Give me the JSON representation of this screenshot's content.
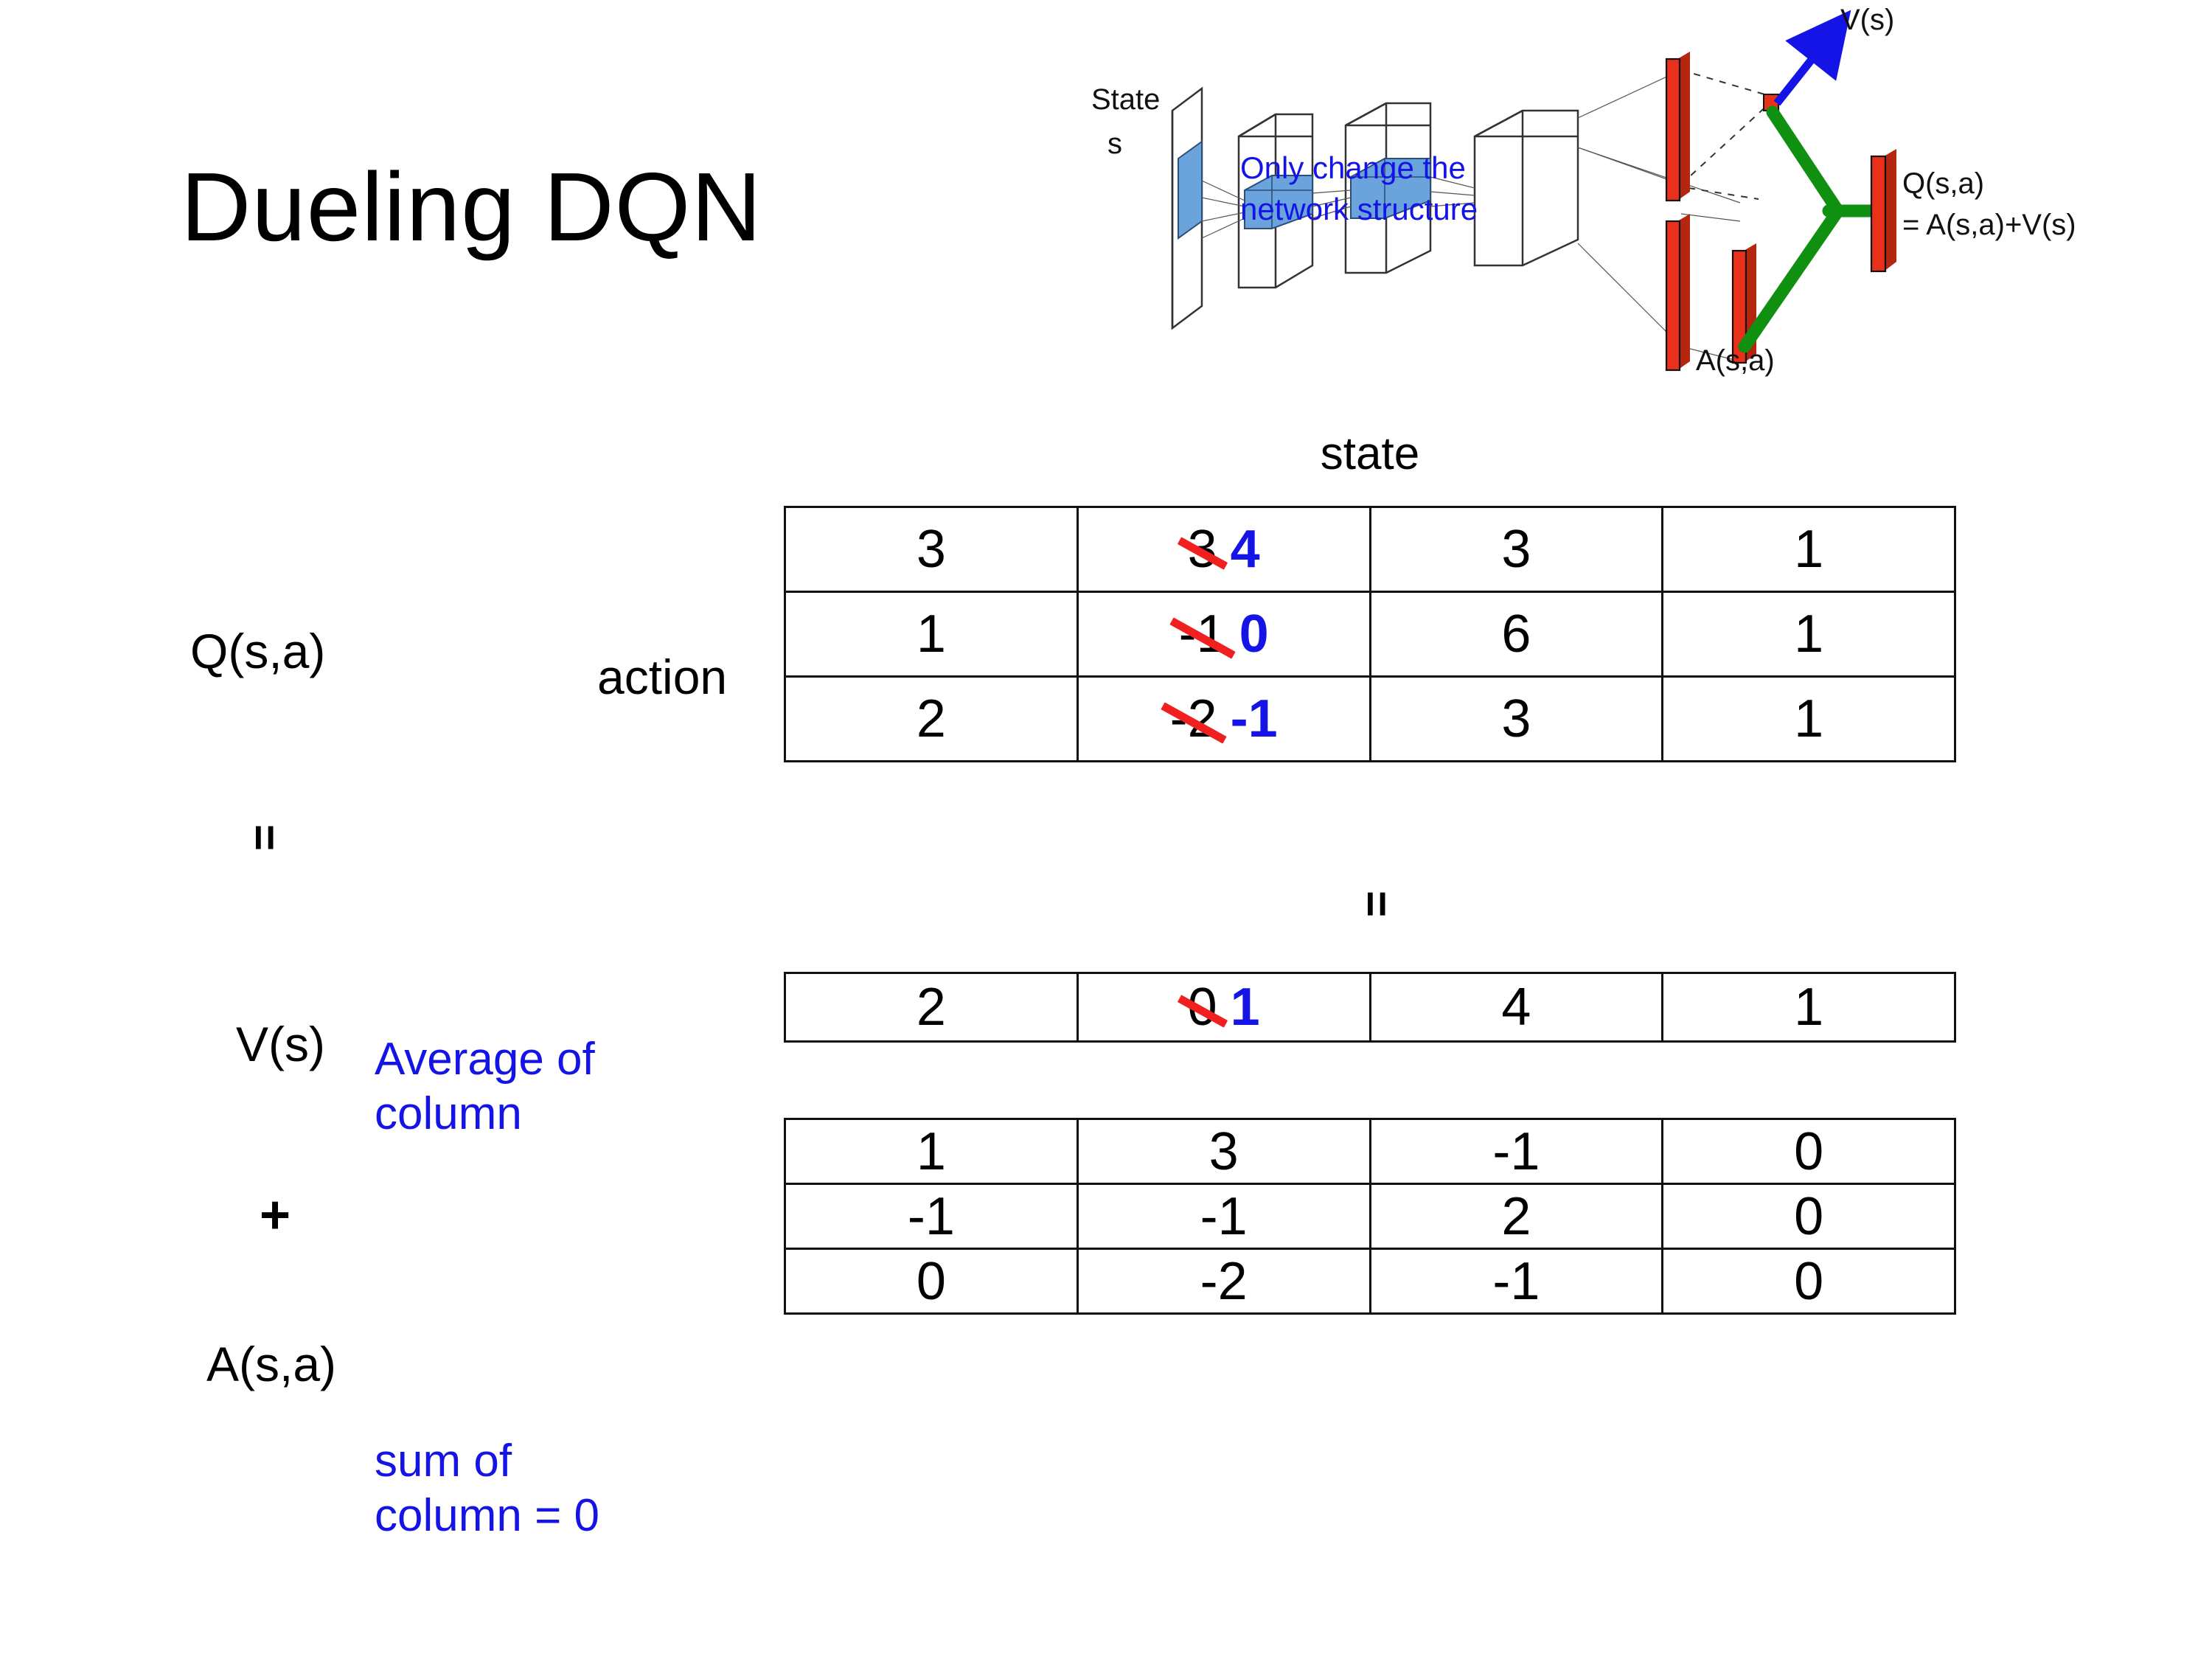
{
  "slide": {
    "title": "Dueling DQN"
  },
  "diagram": {
    "state_label_line1": "State",
    "state_label_line2": "s",
    "note_line1": "Only change the",
    "note_line2": "network structure",
    "v_label": "V(s)",
    "a_label": "A(s,a)",
    "q_label_line1": "Q(s,a)",
    "q_label_line2": "= A(s,a)+V(s)",
    "colors": {
      "note_blue": "#1414e6",
      "arrow_blue": "#1414e6",
      "bar_red": "#e8301a",
      "merge_green": "#109010",
      "input_blue": "#5b9bd5"
    }
  },
  "labels": {
    "q_label": "Q(s,a)",
    "v_label": "V(s)",
    "a_label": "A(s,a)",
    "action_label": "action",
    "state_label": "state",
    "equals_left": "=",
    "equals_middle": "=",
    "plus_left": "+",
    "plus_middle": "+"
  },
  "notes": {
    "average_of_column": "Average of\ncolumn",
    "sum_of_column": "sum of\ncolumn = 0",
    "color": "#1414e6"
  },
  "chart_data": {
    "type": "table",
    "title": "Dueling DQN  Q(s,a) = V(s) + A(s,a)",
    "row_axis": "action",
    "column_axis": "state",
    "edit_colors": {
      "strikethrough": "#f02020",
      "replacement": "#1414e6"
    },
    "tables": [
      {
        "name": "Q(s,a)",
        "rows": [
          [
            {
              "value": "3"
            },
            {
              "value": "3",
              "struck": true,
              "new_value": "4"
            },
            {
              "value": "3"
            },
            {
              "value": "1"
            }
          ],
          [
            {
              "value": "1"
            },
            {
              "value": "-1",
              "struck": true,
              "new_value": "0"
            },
            {
              "value": "6"
            },
            {
              "value": "1"
            }
          ],
          [
            {
              "value": "2"
            },
            {
              "value": "-2",
              "struck": true,
              "new_value": "-1"
            },
            {
              "value": "3"
            },
            {
              "value": "1"
            }
          ]
        ]
      },
      {
        "name": "V(s)",
        "rows": [
          [
            {
              "value": "2"
            },
            {
              "value": "0",
              "struck": true,
              "new_value": "1"
            },
            {
              "value": "4"
            },
            {
              "value": "1"
            }
          ]
        ]
      },
      {
        "name": "A(s,a)",
        "rows": [
          [
            {
              "value": "1"
            },
            {
              "value": "3"
            },
            {
              "value": "-1"
            },
            {
              "value": "0"
            }
          ],
          [
            {
              "value": "-1"
            },
            {
              "value": "-1"
            },
            {
              "value": "2"
            },
            {
              "value": "0"
            }
          ],
          [
            {
              "value": "0"
            },
            {
              "value": "-2"
            },
            {
              "value": "-1"
            },
            {
              "value": "0"
            }
          ]
        ]
      }
    ]
  }
}
